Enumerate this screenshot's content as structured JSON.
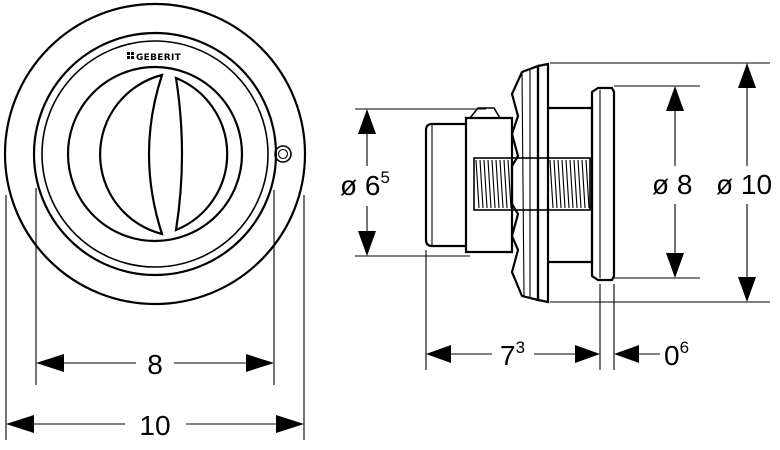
{
  "brand": {
    "name": "GEBERIT"
  },
  "front_view": {
    "inner_dimension": {
      "value": "8",
      "sup": ""
    },
    "outer_dimension": {
      "value": "10",
      "sup": ""
    }
  },
  "side_view": {
    "body_diameter": {
      "prefix": "ø ",
      "value": "6",
      "sup": "5"
    },
    "plate_diameter": {
      "prefix": "ø ",
      "value": "8",
      "sup": ""
    },
    "outer_diameter": {
      "prefix": "ø ",
      "value": "10",
      "sup": ""
    },
    "depth": {
      "value": "7",
      "sup": "3"
    },
    "plate_thickness": {
      "value": "0",
      "sup": "6"
    }
  }
}
